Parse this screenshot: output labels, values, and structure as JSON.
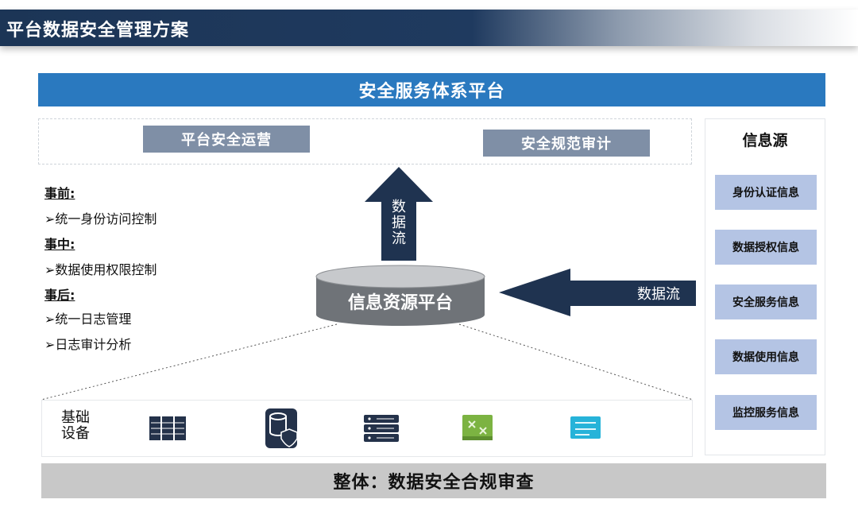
{
  "title": "平台数据安全管理方案",
  "top_band": "安全服务体系平台",
  "ops_buttons": [
    "平台安全运营",
    "安全规范审计"
  ],
  "info_source": {
    "title": "信息源",
    "items": [
      "身份认证信息",
      "数据授权信息",
      "安全服务信息",
      "数据使用信息",
      "监控服务信息"
    ]
  },
  "phases": [
    {
      "label": "事前:",
      "items": [
        "➢统一身份访问控制"
      ]
    },
    {
      "label": "事中:",
      "items": [
        "➢数据使用权限控制"
      ]
    },
    {
      "label": "事后:",
      "items": [
        "➢统一日志管理",
        "➢日志审计分析"
      ]
    }
  ],
  "up_arrow_chars": [
    "数",
    "据",
    "流"
  ],
  "left_arrow_label": "数据流",
  "cylinder_label": "信息资源平台",
  "device_label_lines": [
    "基础",
    "设备"
  ],
  "device_icons": [
    "server-rack-icon",
    "database-shield-icon",
    "network-server-icon",
    "switch-icon",
    "router-icon"
  ],
  "bottom_band": "整体：数据安全合规审查",
  "colors": {
    "title_bar": "#1f3a5f",
    "top_band": "#2a79bf",
    "gray_button": "#7f8fa6",
    "info_item": "#b4c4e4",
    "arrow": "#1f3350",
    "cylinder": "#6f7378",
    "bottom_band": "#c8c8c8",
    "switch_green": "#7cb342",
    "router_cyan": "#26b3d9"
  }
}
